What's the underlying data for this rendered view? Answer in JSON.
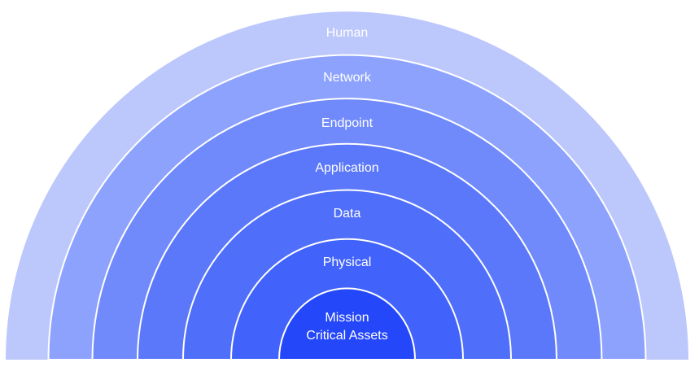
{
  "layers": [
    {
      "label": "Human",
      "color": "#BCC7FC"
    },
    {
      "label": "Network",
      "color": "#8DA2FD"
    },
    {
      "label": "Endpoint",
      "color": "#7089FB"
    },
    {
      "label": "Application",
      "color": "#5B78FA"
    },
    {
      "label": "Data",
      "color": "#4F6EFA"
    },
    {
      "label": "Physical",
      "color": "#4263FB"
    },
    {
      "label": "Mission",
      "label2": "Critical Assets",
      "color": "#2447FA"
    }
  ]
}
